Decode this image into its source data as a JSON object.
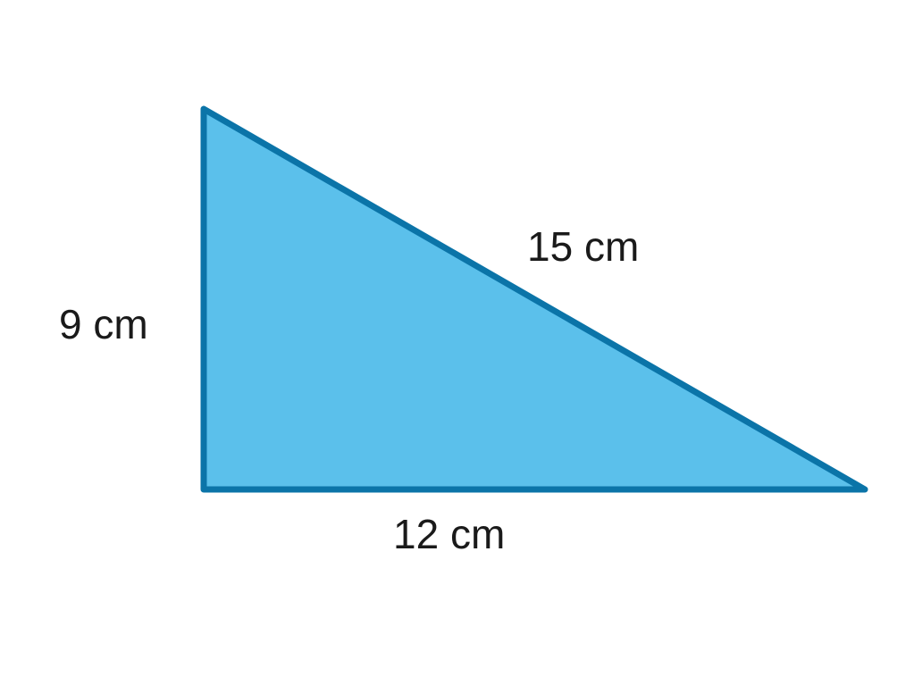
{
  "shape": {
    "kind": "right-triangle",
    "fill_color": "#5BC0EB",
    "stroke_color": "#0B74A8"
  },
  "labels": {
    "left_side": "9 cm",
    "bottom_side": "12 cm",
    "hypotenuse": "15 cm"
  }
}
